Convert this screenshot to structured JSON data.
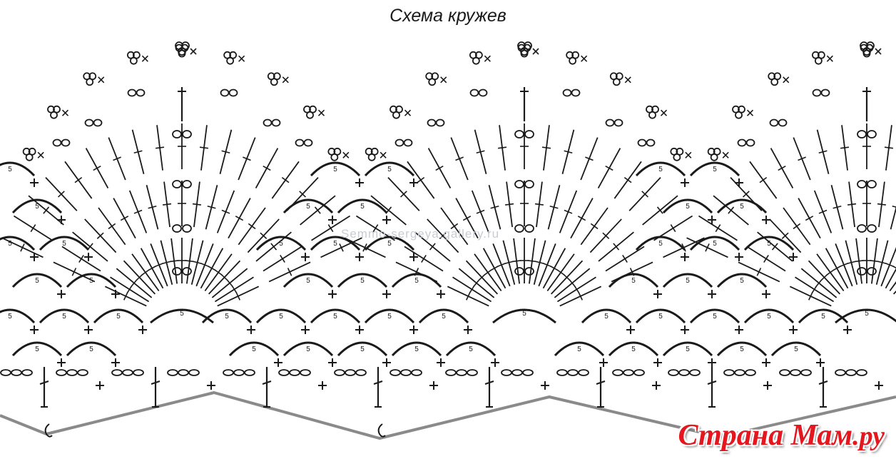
{
  "diagram": {
    "title": "Схема кружев",
    "chain_arch_label": "5",
    "watermark_text": "Semmo-sergeya.gallery.ru",
    "logo": {
      "main": "Страна Мам",
      "suffix": ".ру"
    },
    "colors": {
      "ink": "#1a1a1a",
      "edge_line": "#8a8a8a",
      "logo_red": "#e4161e",
      "watermark": "#c9cdd3"
    },
    "symbols": [
      "chain-oval",
      "single-crochet-cross",
      "double-crochet-stitch",
      "picot",
      "chain-arch-5"
    ]
  }
}
